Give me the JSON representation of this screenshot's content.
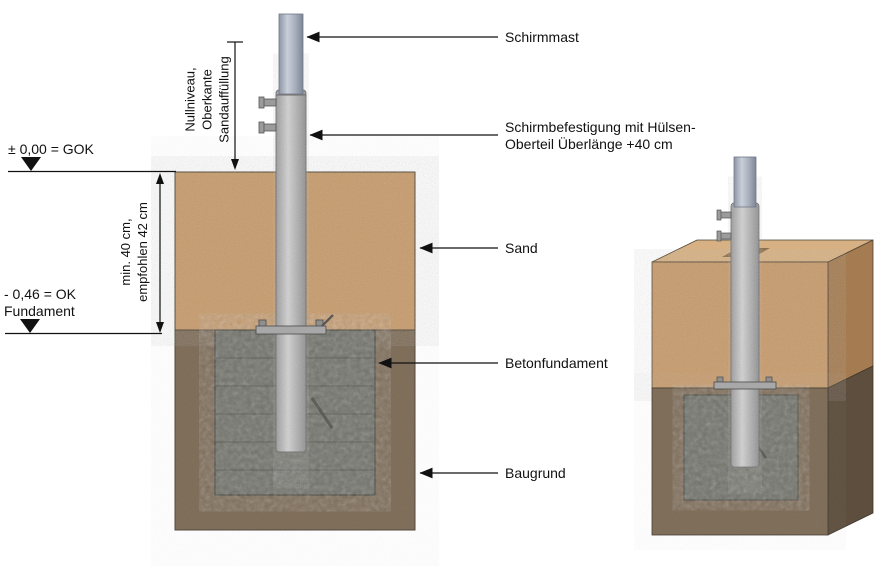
{
  "colors": {
    "sand": "#c79a6a",
    "baugrund": "#7c6a55",
    "betonfundament": "#73736c",
    "mast": "#aab1bf",
    "huelse": "#bfbfbf",
    "line": "#111111"
  },
  "callouts": {
    "schirmmast": "Schirmmast",
    "befestigung_line1": "Schirmbefestigung mit Hülsen-",
    "befestigung_line2": "Oberteil Überlänge +40 cm",
    "sand": "Sand",
    "betonfundament": "Betonfundament",
    "baugrund": "Baugrund"
  },
  "levels": {
    "gok": "± 0,00 = GOK",
    "ok_fundament_lines": [
      "- 0,46 = OK",
      "Fundament"
    ]
  },
  "annotations": {
    "nullniveau_lines": [
      "Nullniveau,",
      "Oberkante",
      "Sandauffüllung"
    ],
    "tiefe_lines": [
      "min. 40 cm,",
      "empfohlen 42 cm"
    ]
  }
}
